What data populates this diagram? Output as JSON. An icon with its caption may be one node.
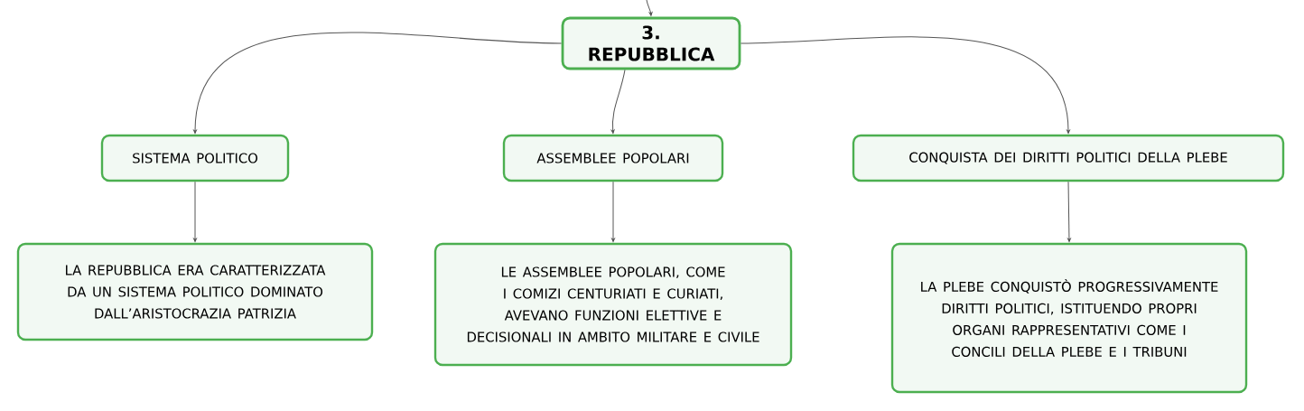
{
  "diagram": {
    "nodes": [
      {
        "text": [
          "3. REPUBBLICA"
        ]
      },
      {
        "text": [
          "SISTEMA POLITICO"
        ]
      },
      {
        "text": [
          "ASSEMBLEE POPOLARI"
        ]
      },
      {
        "text": [
          "CONQUISTA DEI DIRITTI POLITICI DELLA PLEBE"
        ]
      },
      {
        "text": [
          "LA REPUBBLICA ERA CARATTERIZZATA DA UN SISTEMA POLITICO DOMINATO DALL’ARISTOCRAZIA PATRIZIA"
        ]
      },
      {
        "text": [
          "LE ASSEMBLEE POPOLARI, COME I COMIZI CENTURIATI E CURIATI, AVEVANO FUNZIONI ELETTIVE E DECISIONALI IN AMBITO MILITARE E CIVILE"
        ]
      },
      {
        "text": [
          "LA PLEBE CONQUISTÒ PROGRESSIVAMENTE DIRITTI POLITICI, ISTITUENDO PROPRI ORGANI RAPPRESENTATIVI COME I CONCILI DELLA PLEBE E I TRIBUNI"
        ]
      }
    ],
    "edges": [
      {
        "from": null,
        "to": 0,
        "arrow": "to"
      },
      {
        "from": 0,
        "to": 1,
        "arrow": "to"
      },
      {
        "from": 0,
        "to": 2,
        "arrow": "to"
      },
      {
        "from": 0,
        "to": 3,
        "arrow": "to"
      },
      {
        "from": 1,
        "to": 4,
        "arrow": "to"
      },
      {
        "from": 2,
        "to": 5,
        "arrow": "to"
      },
      {
        "from": 3,
        "to": 6,
        "arrow": "to"
      }
    ]
  }
}
